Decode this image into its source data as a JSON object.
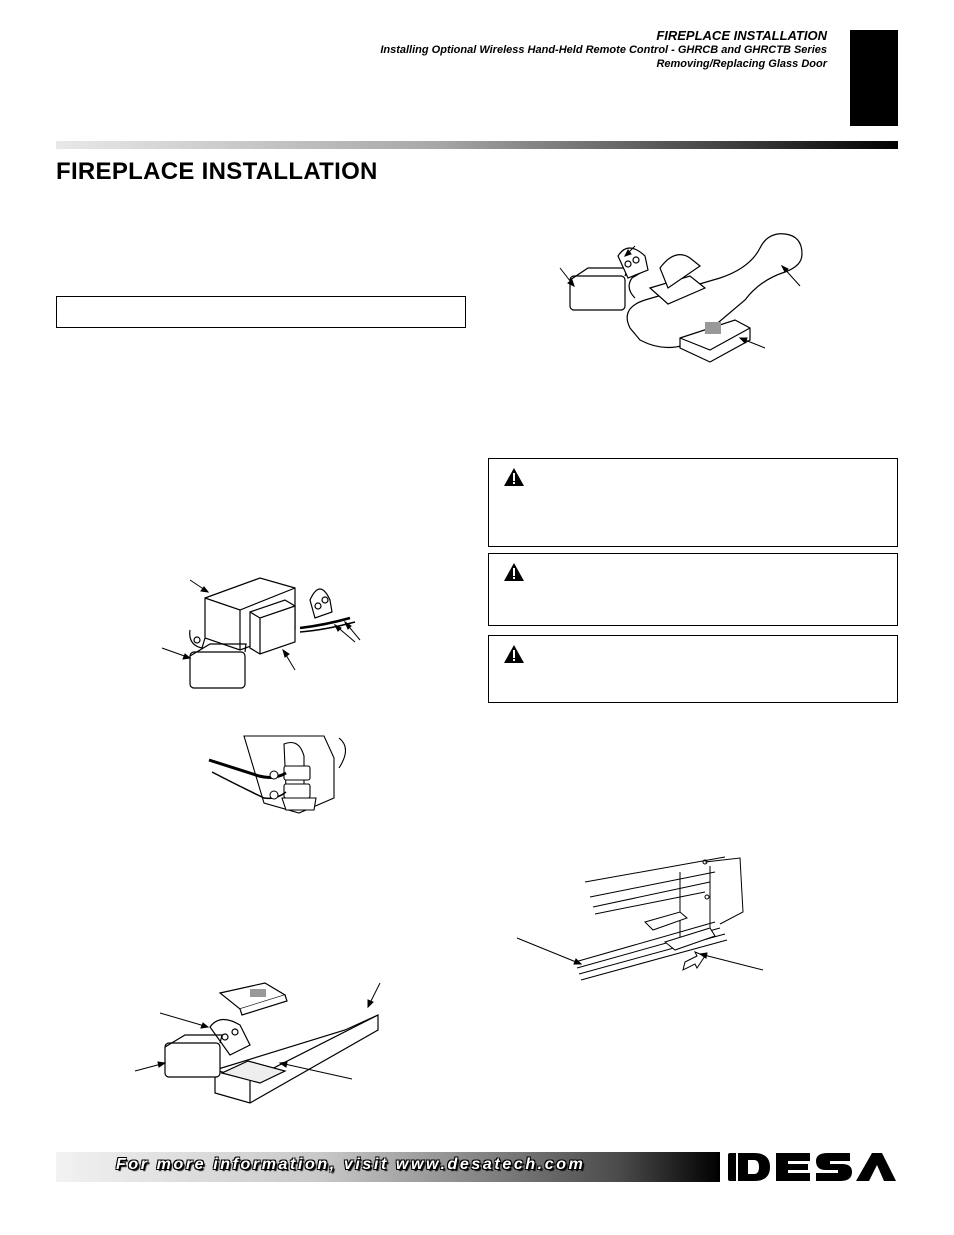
{
  "header": {
    "title": "FIREPLACE INSTALLATION",
    "subtitle_1": "Installing Optional Wireless Hand-Held Remote Control - GHRCB and GHRCTB Series",
    "subtitle_2": "Removing/Replacing Glass Door"
  },
  "page_title": "FIREPLACE INSTALLATION",
  "footer": {
    "text": "For more information, visit www.desatech.com",
    "logo_text": "DESA"
  },
  "icons": {
    "warning": "warning-triangle-icon"
  },
  "colors": {
    "text": "#000000",
    "background": "#ffffff"
  }
}
